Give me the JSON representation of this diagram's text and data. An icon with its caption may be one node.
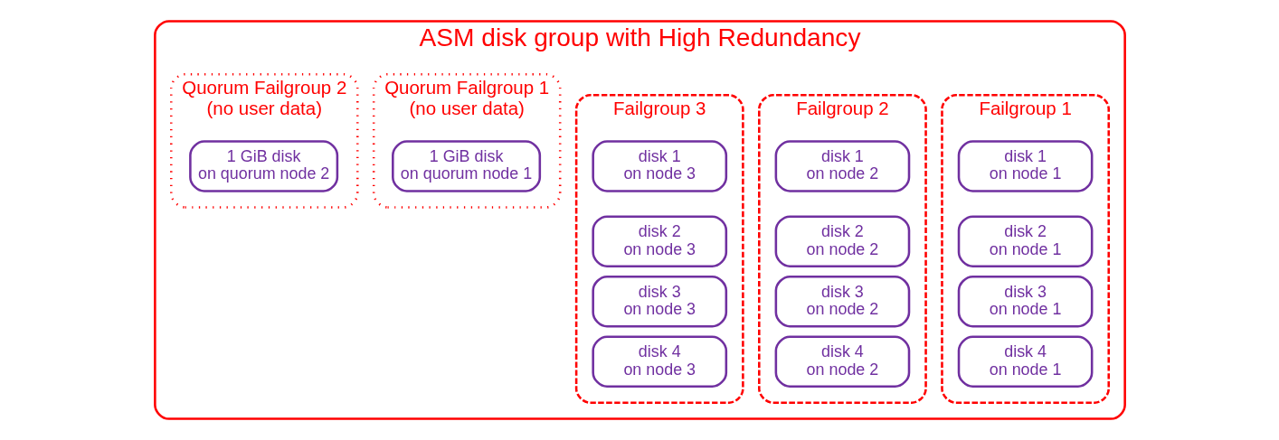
{
  "diagram": {
    "nodes": [
      {
        "text": [
          "ASM disk group with High Redundancy"
        ]
      },
      {
        "text": [
          "Failgroup 1"
        ],
        "in": 0
      },
      {
        "text": [
          "disk 1 on node 1"
        ],
        "in": 1
      },
      {
        "text": [
          "disk 2 on node 1"
        ],
        "in": 1
      },
      {
        "text": [
          "disk 3 on node 1"
        ],
        "in": 1
      },
      {
        "text": [
          "disk 4 on node 1"
        ],
        "in": 1
      },
      {
        "text": [
          "Failgroup 2"
        ],
        "in": 0
      },
      {
        "text": [
          "disk 1 on node 2"
        ],
        "in": 6
      },
      {
        "text": [
          "disk 2 on node 2"
        ],
        "in": 6
      },
      {
        "text": [
          "disk 3 on node 2"
        ],
        "in": 6
      },
      {
        "text": [
          "disk 4 on node 2"
        ],
        "in": 6
      },
      {
        "text": [
          "Failgroup 3"
        ],
        "in": 0
      },
      {
        "text": [
          "disk 1 on node 3"
        ],
        "in": 11
      },
      {
        "text": [
          "disk 2 on node 3"
        ],
        "in": 11
      },
      {
        "text": [
          "disk 3 on node 3"
        ],
        "in": 11
      },
      {
        "text": [
          "disk 4 on node 3"
        ],
        "in": 11
      },
      {
        "text": [
          "Quorum Failgroup 1",
          "(no user data)"
        ],
        "in": 0
      },
      {
        "text": [
          "1 GiB disk on quorum node 1"
        ],
        "in": 16
      },
      {
        "text": [
          "Quorum Failgroup 2",
          "(no user data)"
        ],
        "in": 0
      },
      {
        "text": [
          "1 GiB disk on quorum node 2"
        ],
        "in": 18
      }
    ],
    "edges": []
  }
}
